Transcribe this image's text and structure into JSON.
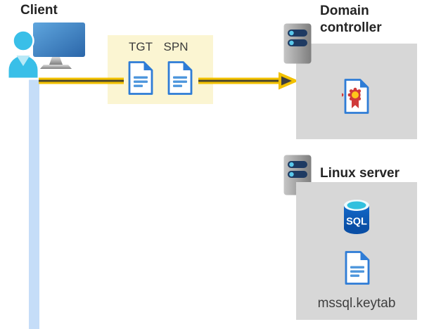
{
  "client": {
    "label": "Client"
  },
  "tickets": {
    "tgt_label": "TGT",
    "spn_label": "SPN"
  },
  "domain_controller": {
    "label": "Domain controller"
  },
  "linux_server": {
    "label": "Linux server",
    "database_label": "SQL",
    "keytab_file_label": "mssql.keytab"
  },
  "icons": {
    "client": "client-workstation-icon (monitor + person)",
    "server": "server-icon (gray tower, two status bars)",
    "ticket": "document-icon (white page, blue fold, text lines)",
    "certificate": "certificate-icon (page with red ribbon seal)",
    "database": "sql-database-icon (blue cylinder)"
  },
  "colors": {
    "arrow_gold": "#f2c100",
    "arrow_dark": "#45422f",
    "ticket_box_yellow": "#fbf5d2",
    "panel_gray": "#d7d7d7",
    "timeline_blue": "#c5ddf8",
    "icon_blue": "#2e7cd6",
    "person_cyan": "#39bfe8",
    "monitor_blue": "#3c7fc0",
    "sql_body_blue": "#0d5ab5",
    "sql_top_cyan": "#31c0de",
    "seal_yellow": "#ffc61a",
    "seal_red": "#d03a3a"
  }
}
